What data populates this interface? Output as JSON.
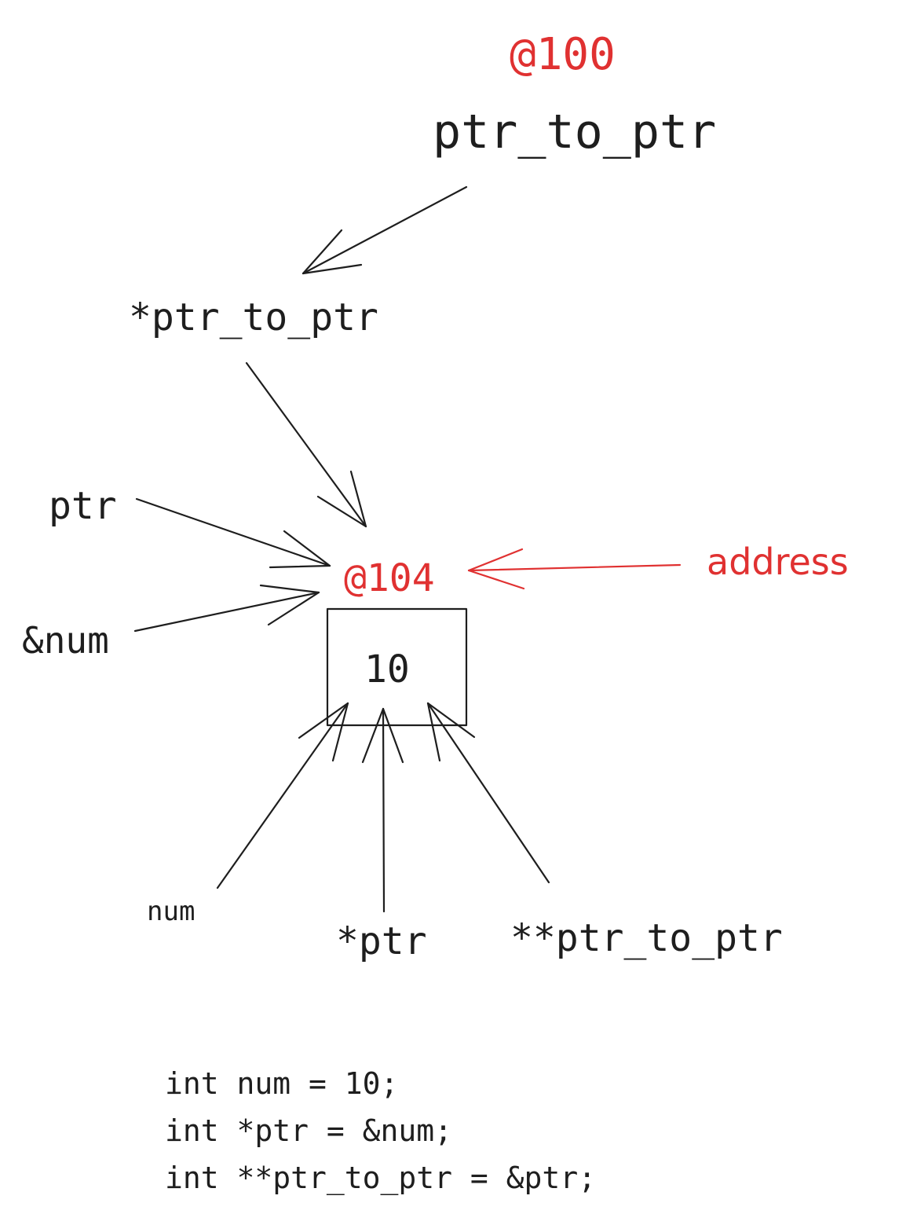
{
  "labels": {
    "addr_ptr_to_ptr": "@100",
    "ptr_to_ptr": "ptr_to_ptr",
    "deref_ptr_to_ptr": "*ptr_to_ptr",
    "ptr": "ptr",
    "addr_num_expr": "&num",
    "addr_num": "@104",
    "address": "address",
    "value": "10",
    "num": "num",
    "deref_ptr": "*ptr",
    "double_deref": "**ptr_to_ptr"
  },
  "code": [
    "int num = 10;",
    "int *ptr = &num;",
    "int **ptr_to_ptr = &ptr;"
  ],
  "colors": {
    "ink": "#1e1e1e",
    "accent": "#e03131"
  }
}
